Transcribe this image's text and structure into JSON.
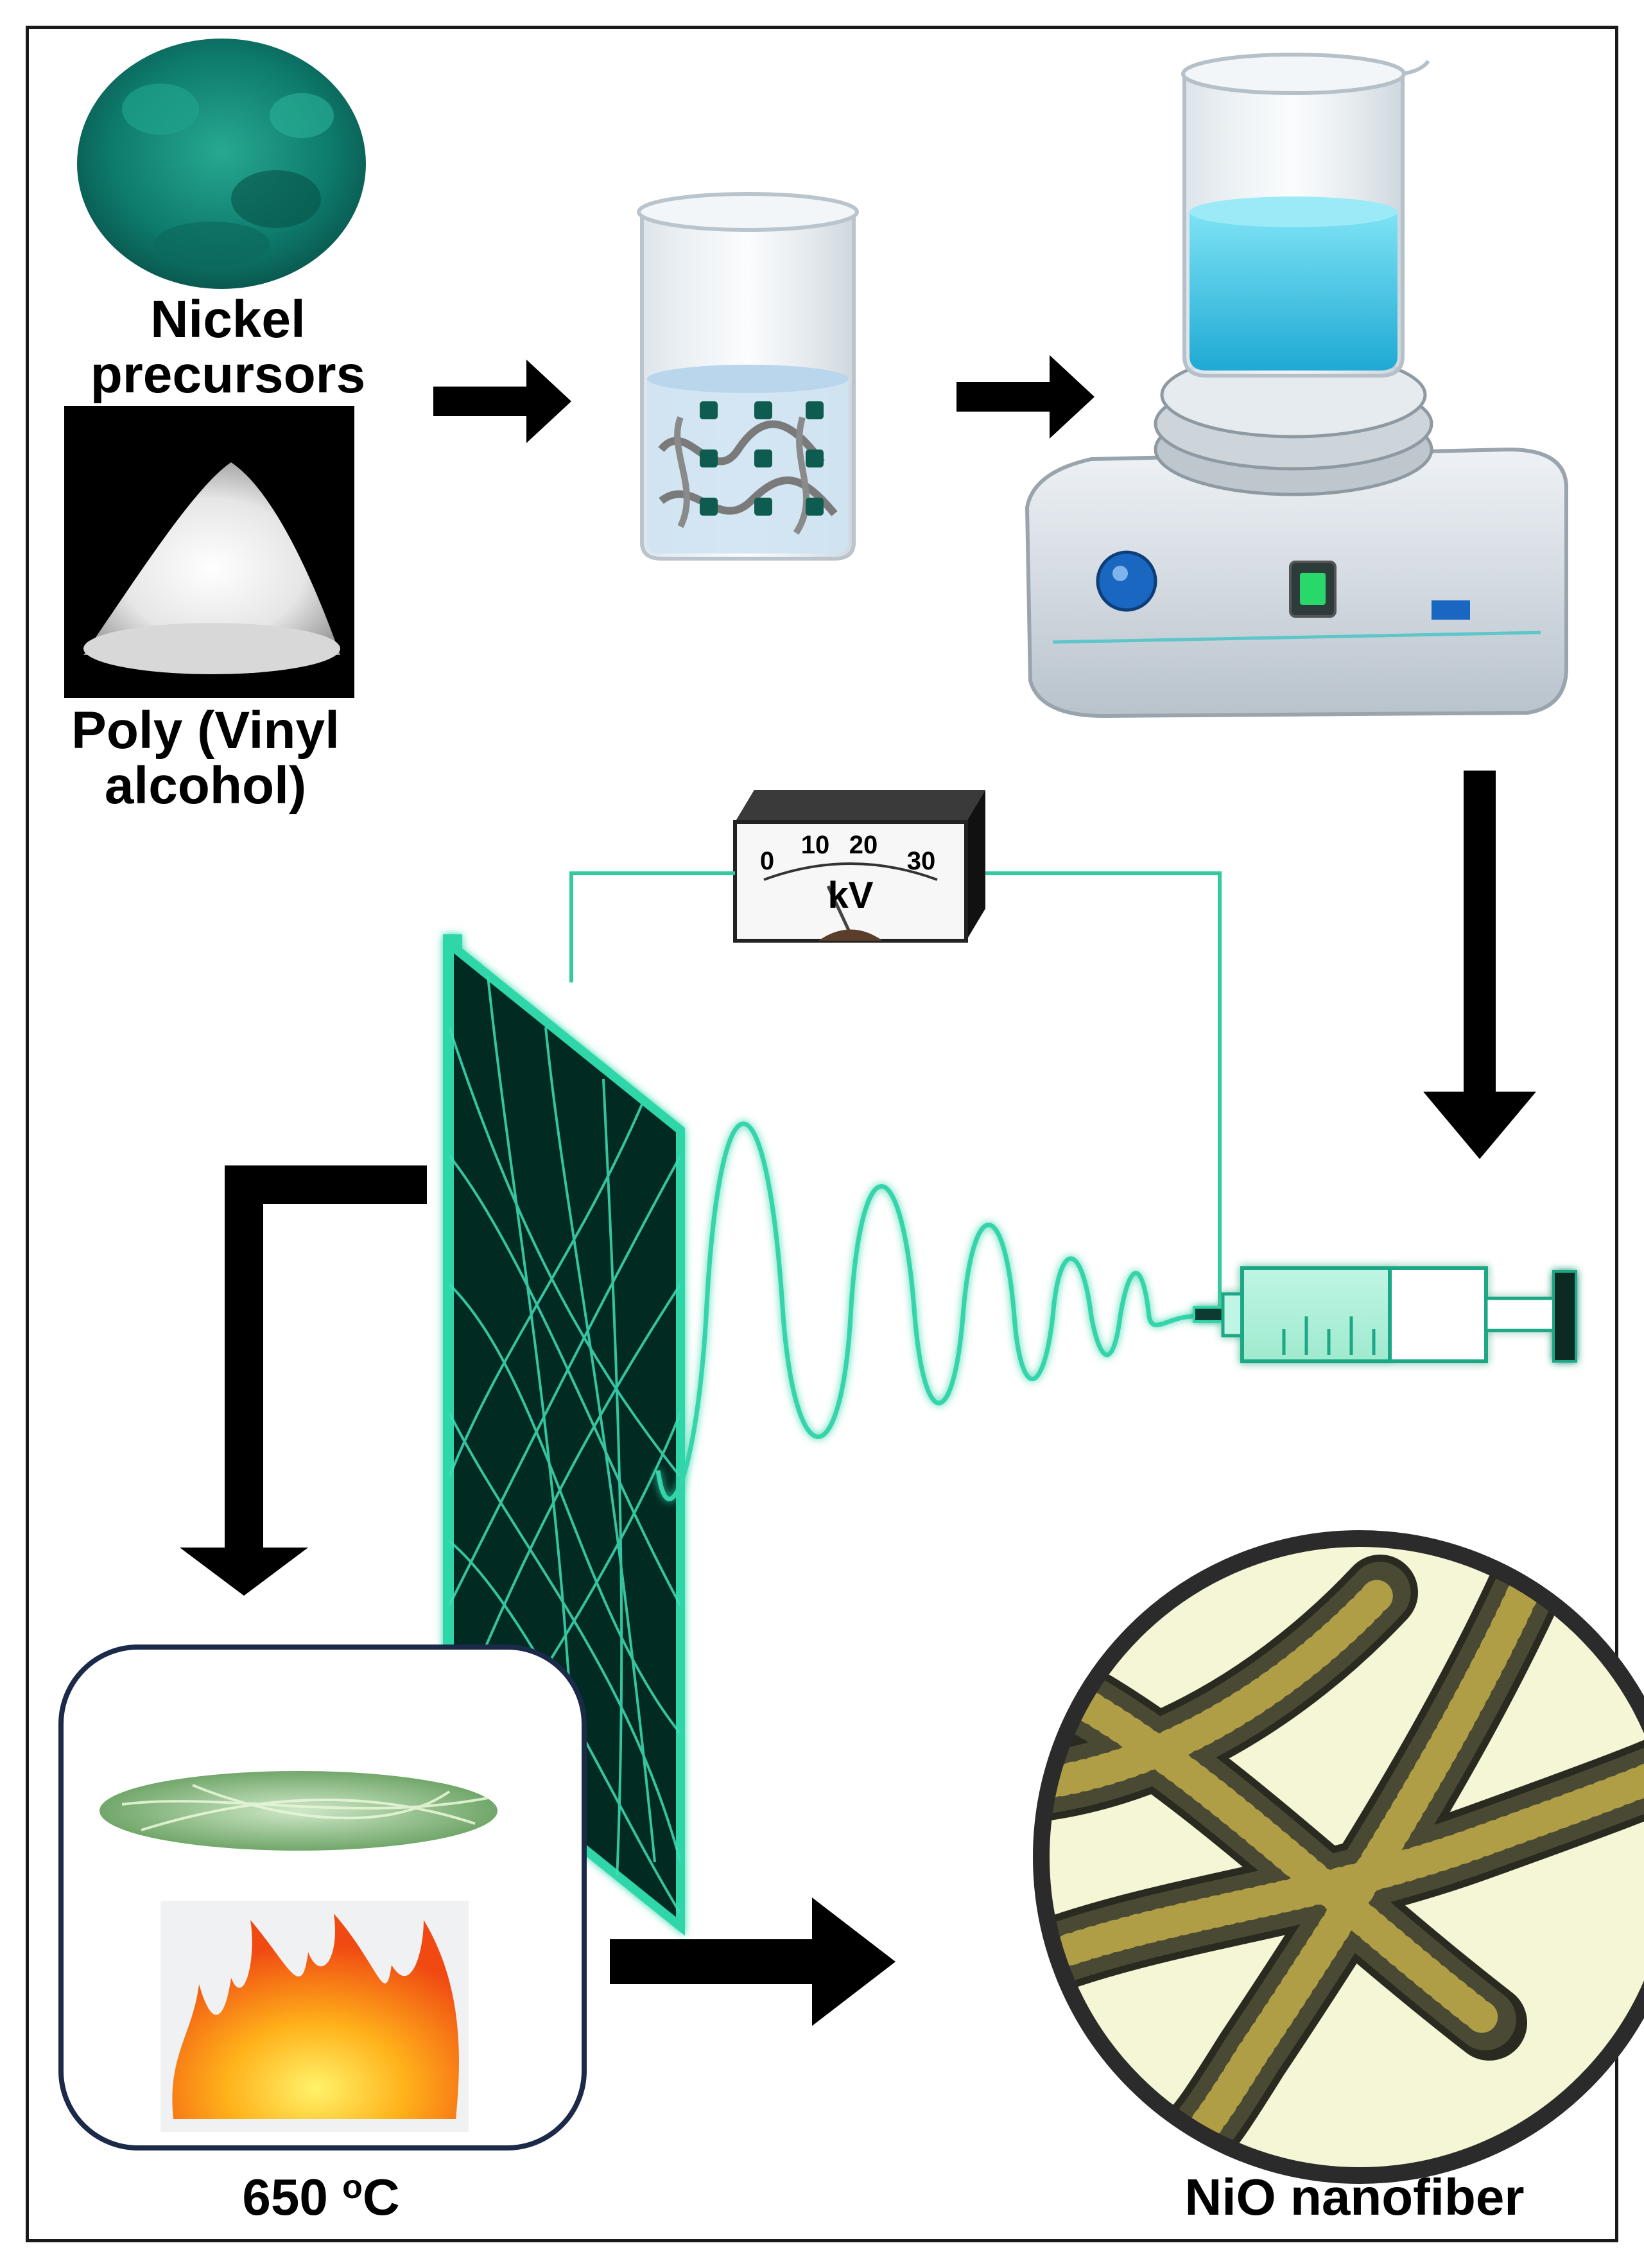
{
  "labels": {
    "nickel_line1": "Nickel",
    "nickel_line2": "precursors",
    "pva_line1": "Poly (Vinyl",
    "pva_line2": "alcohol)",
    "temperature_value": "650 ",
    "temperature_degree": "o",
    "temperature_unit": "C",
    "product": "NiO nanofiber"
  },
  "voltmeter": {
    "ticks": [
      "0",
      "10",
      "20",
      "30"
    ],
    "unit": "kV"
  },
  "colors": {
    "fiber_teal": "#2fd6a8",
    "wire_teal": "#35c9a2",
    "solution_blue": "#3cc8e6",
    "nickel_green": "#0d7a6c",
    "arrow_black": "#000000",
    "furnace_border": "#1c2a4a",
    "nio_fiber": "#3b3b2a",
    "nio_background": "#f4f6d6"
  }
}
